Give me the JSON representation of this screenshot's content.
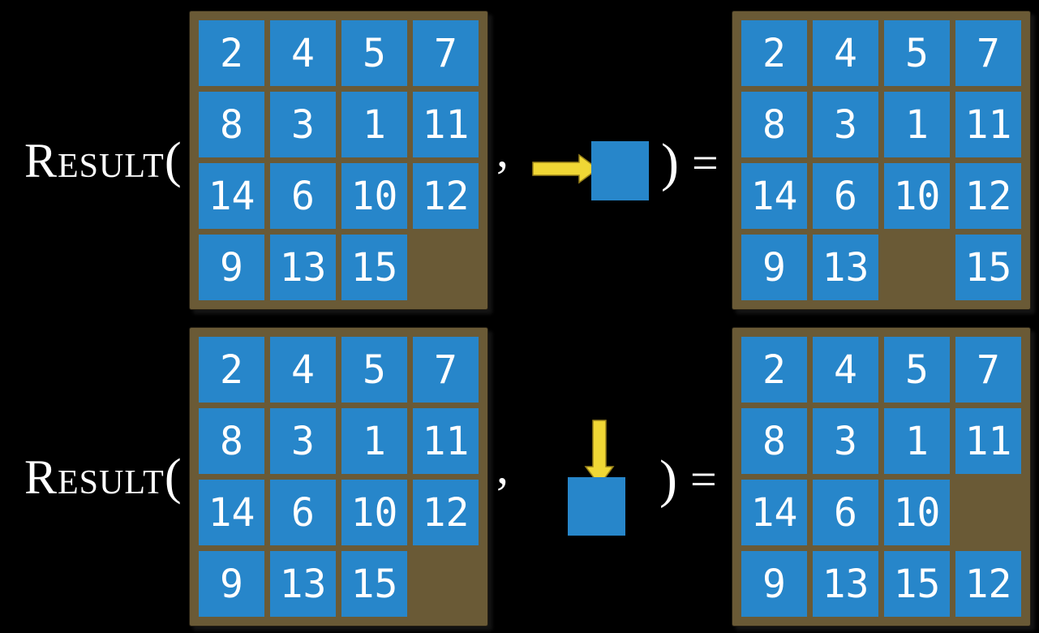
{
  "figure": {
    "background": "#000000",
    "colors": {
      "tile_blue": "#2786ca",
      "frame_brown": "#6a5a36",
      "arrow_yellow": "#f0d735",
      "arrow_outline": "#9a831a",
      "text_white": "#ffffff"
    },
    "examples": [
      {
        "label": "Result",
        "open_paren": "(",
        "comma": ",",
        "close_paren": ")",
        "equals_sign": "=",
        "move_direction": "right",
        "before_grid": [
          [
            "2",
            "4",
            "5",
            "7"
          ],
          [
            "8",
            "3",
            "1",
            "11"
          ],
          [
            "14",
            "6",
            "10",
            "12"
          ],
          [
            "9",
            "13",
            "15",
            null
          ]
        ],
        "after_grid": [
          [
            "2",
            "4",
            "5",
            "7"
          ],
          [
            "8",
            "3",
            "1",
            "11"
          ],
          [
            "14",
            "6",
            "10",
            "12"
          ],
          [
            "9",
            "13",
            null,
            "15"
          ]
        ]
      },
      {
        "label": "Result",
        "open_paren": "(",
        "comma": ",",
        "close_paren": ")",
        "equals_sign": "=",
        "move_direction": "down",
        "before_grid": [
          [
            "2",
            "4",
            "5",
            "7"
          ],
          [
            "8",
            "3",
            "1",
            "11"
          ],
          [
            "14",
            "6",
            "10",
            "12"
          ],
          [
            "9",
            "13",
            "15",
            null
          ]
        ],
        "after_grid": [
          [
            "2",
            "4",
            "5",
            "7"
          ],
          [
            "8",
            "3",
            "1",
            "11"
          ],
          [
            "14",
            "6",
            "10",
            null
          ],
          [
            "9",
            "13",
            "15",
            "12"
          ]
        ]
      }
    ]
  }
}
